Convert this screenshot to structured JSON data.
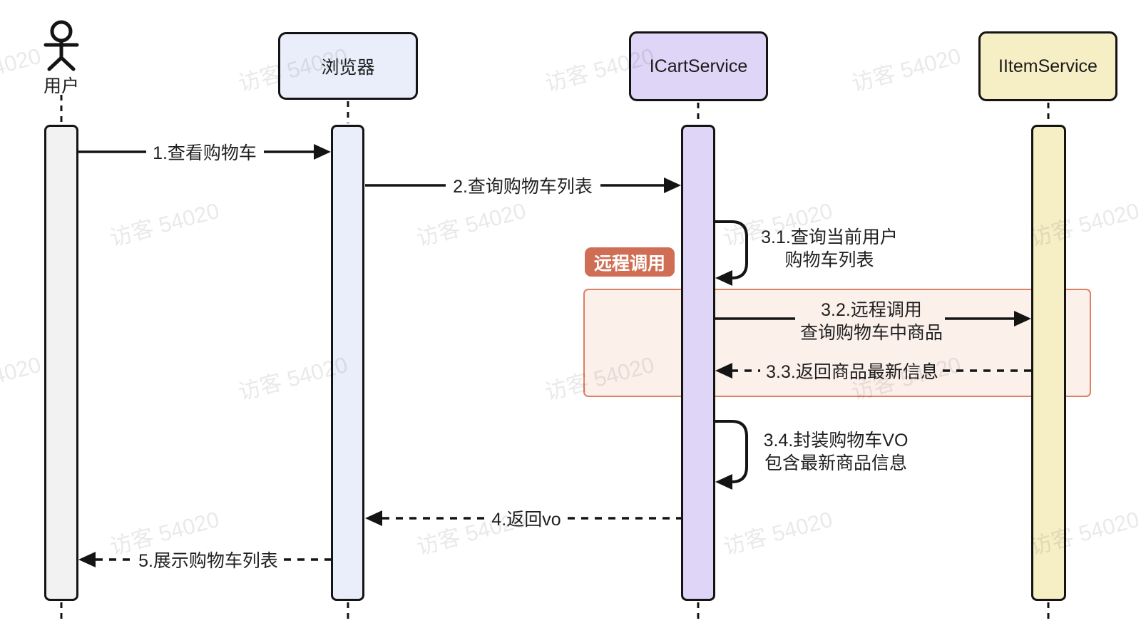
{
  "diagram": {
    "type": "uml-sequence-diagram",
    "watermark_text": "访客 54020",
    "participants": [
      {
        "id": "user",
        "label": "用户",
        "kind": "actor",
        "fill": "#f2f2f2"
      },
      {
        "id": "browser",
        "label": "浏览器",
        "kind": "lifeline",
        "fill": "#eaeefa"
      },
      {
        "id": "cart-service",
        "label": "ICartService",
        "kind": "lifeline",
        "fill": "#ded5f7"
      },
      {
        "id": "item-service",
        "label": "IItemService",
        "kind": "lifeline",
        "fill": "#f6eec5"
      }
    ],
    "messages": [
      {
        "seq": "1",
        "line1": "1.查看购物车",
        "from": "用户",
        "to": "浏览器",
        "style": "solid"
      },
      {
        "seq": "2",
        "line1": "2.查询购物车列表",
        "from": "浏览器",
        "to": "ICartService",
        "style": "solid"
      },
      {
        "seq": "3.1",
        "line1": "3.1.查询当前用户",
        "line2": "购物车列表",
        "from": "ICartService",
        "to": "ICartService",
        "style": "self"
      },
      {
        "seq": "3.2",
        "line1": "3.2.远程调用",
        "line2": "查询购物车中商品",
        "from": "ICartService",
        "to": "IItemService",
        "style": "solid"
      },
      {
        "seq": "3.3",
        "line1": "3.3.返回商品最新信息",
        "from": "IItemService",
        "to": "ICartService",
        "style": "dashed"
      },
      {
        "seq": "3.4",
        "line1": "3.4.封装购物车VO",
        "line2": "包含最新商品信息",
        "from": "ICartService",
        "to": "ICartService",
        "style": "self"
      },
      {
        "seq": "4",
        "line1": "4.返回vo",
        "from": "ICartService",
        "to": "浏览器",
        "style": "dashed"
      },
      {
        "seq": "5",
        "line1": "5.展示购物车列表",
        "from": "浏览器",
        "to": "用户",
        "style": "dashed"
      }
    ],
    "annotation": {
      "remote_call_label": "远程调用",
      "badge_color": "#cf6e54",
      "region_fill": "#fcf0eb",
      "region_border": "#dd8064"
    }
  }
}
